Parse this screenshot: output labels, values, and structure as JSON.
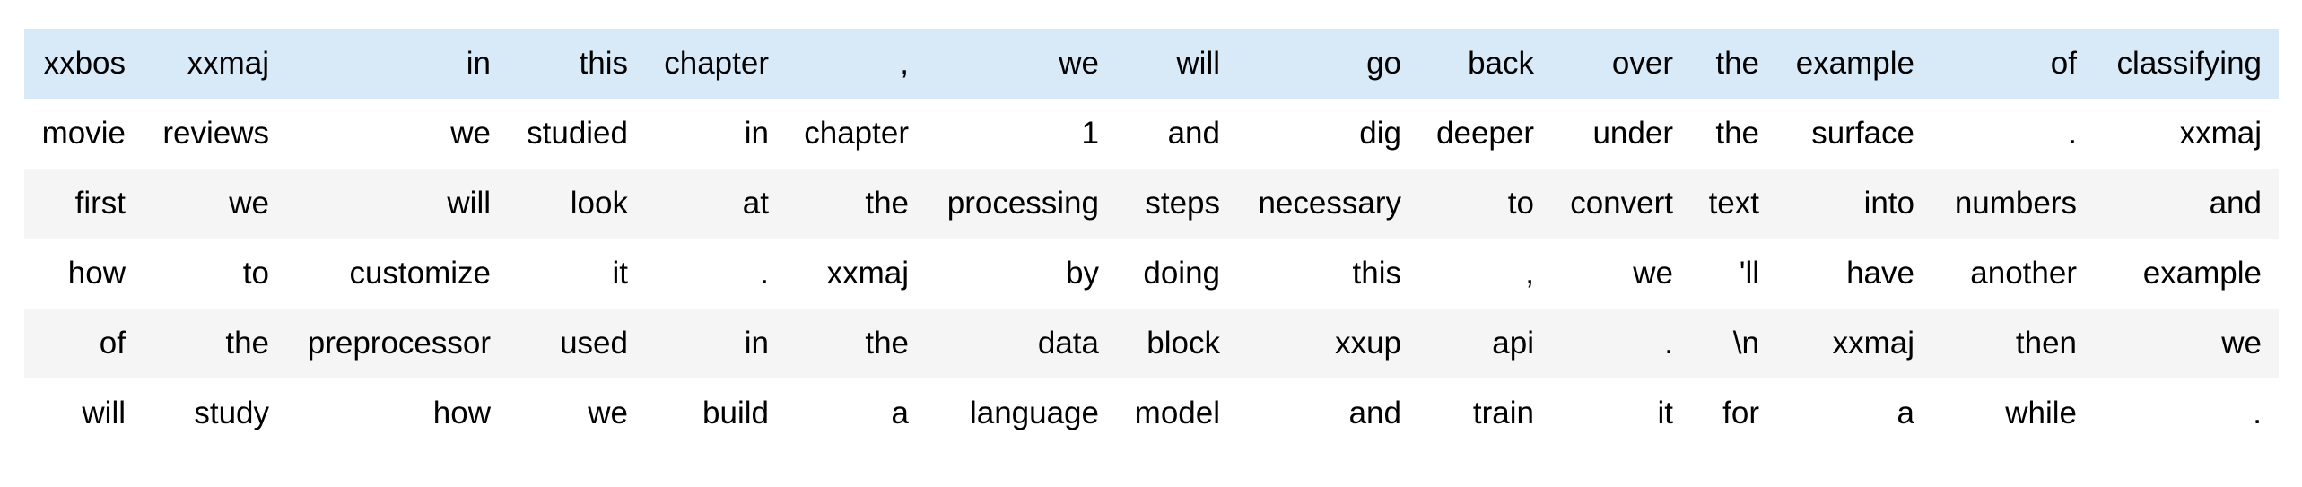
{
  "table": {
    "rows": [
      [
        "xxbos",
        "xxmaj",
        "in",
        "this",
        "chapter",
        ",",
        "we",
        "will",
        "go",
        "back",
        "over",
        "the",
        "example",
        "of",
        "classifying"
      ],
      [
        "movie",
        "reviews",
        "we",
        "studied",
        "in",
        "chapter",
        "1",
        "and",
        "dig",
        "deeper",
        "under",
        "the",
        "surface",
        ".",
        "xxmaj"
      ],
      [
        "first",
        "we",
        "will",
        "look",
        "at",
        "the",
        "processing",
        "steps",
        "necessary",
        "to",
        "convert",
        "text",
        "into",
        "numbers",
        "and"
      ],
      [
        "how",
        "to",
        "customize",
        "it",
        ".",
        "xxmaj",
        "by",
        "doing",
        "this",
        ",",
        "we",
        "'ll",
        "have",
        "another",
        "example"
      ],
      [
        "of",
        "the",
        "preprocessor",
        "used",
        "in",
        "the",
        "data",
        "block",
        "xxup",
        "api",
        ".",
        "\\n",
        "xxmaj",
        "then",
        "we"
      ],
      [
        "will",
        "study",
        "how",
        "we",
        "build",
        "a",
        "language",
        "model",
        "and",
        "train",
        "it",
        "for",
        "a",
        "while",
        "."
      ]
    ]
  },
  "colors": {
    "header_row_bg": "#d8e9f8",
    "stripe_row_bg": "#f5f5f5",
    "row_bg": "#ffffff",
    "text": "#000000",
    "page_bg": "#ffffff"
  }
}
